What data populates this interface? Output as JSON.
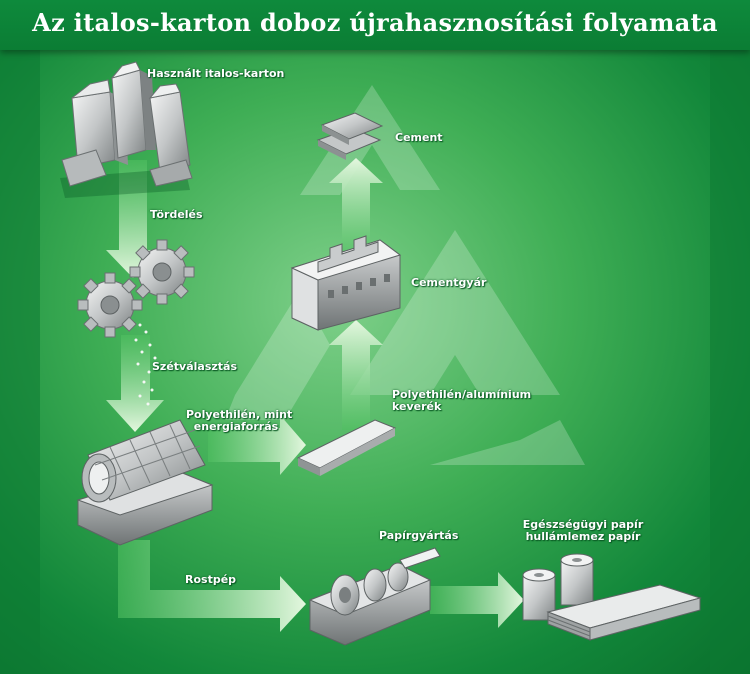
{
  "title": "Az italos-karton doboz újrahasznosítási folyamata",
  "colors": {
    "background_green": "#3fae55",
    "title_bar": "#0e8a3c",
    "label_text": "#ffffff",
    "arrow": "#d8f3d2",
    "machine_gray": "#c8cacb"
  },
  "labels": {
    "used_cartons": "Használt italos-karton",
    "shredding": "Tördelés",
    "separation": "Szétválasztás",
    "pe_energy_line1": "Polyethilén, mint",
    "pe_energy_line2": "energiaforrás",
    "pe_al_mix_line1": "Polyethilén/alumínium",
    "pe_al_mix_line2": "keverék",
    "cement_factory": "Cementgyár",
    "cement": "Cement",
    "pulp": "Rostpép",
    "papermaking": "Papírgyártás",
    "products_line1": "Egészségügyi papír",
    "products_line2": "hullámlemez papír"
  },
  "icons": {
    "cartons": "milk-carton-icon",
    "gears": "gear-icon",
    "drum": "pulper-drum-icon",
    "ingot": "pe-al-ingot-icon",
    "factory": "cement-factory-icon",
    "cement_bags": "cement-bag-icon",
    "paper_machine": "paper-machine-icon",
    "paper_products": "paper-roll-icon"
  }
}
